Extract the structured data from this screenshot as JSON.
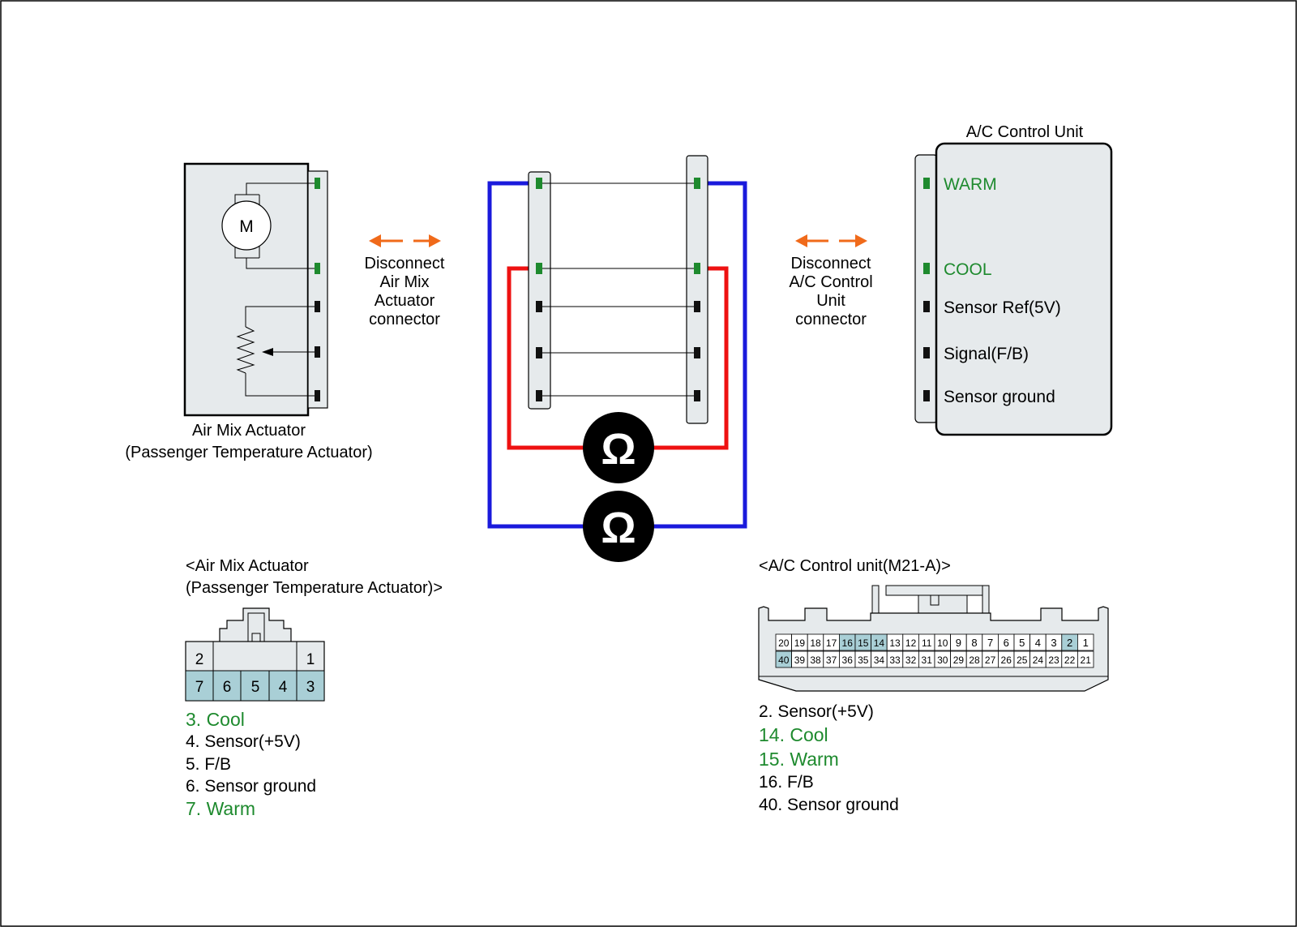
{
  "colors": {
    "green": "#1e8a2e",
    "black": "#111111",
    "wire_blue": "#1a1adc",
    "wire_red": "#ee1111",
    "panel_fill": "#e6eaec",
    "pin_highlight": "#a9cfd6",
    "arrow_orange": "#f06a1a"
  },
  "actuator": {
    "motor_symbol": "M",
    "caption_line1": "Air Mix Actuator",
    "caption_line2": "(Passenger Temperature Actuator)"
  },
  "disconnect_left": {
    "line1": "Disconnect",
    "line2": "Air Mix",
    "line3": "Actuator",
    "line4": "connector"
  },
  "disconnect_right": {
    "line1": "Disconnect",
    "line2": "A/C Control",
    "line3": "Unit",
    "line4": "connector"
  },
  "meters": {
    "symbol_top": "Ω",
    "symbol_bottom": "Ω"
  },
  "ac_unit": {
    "title": "A/C Control Unit",
    "terminals": [
      {
        "label": "WARM",
        "color": "green"
      },
      {
        "label": "COOL",
        "color": "green"
      },
      {
        "label": "Sensor Ref(5V)",
        "color": "black"
      },
      {
        "label": "Signal(F/B)",
        "color": "black"
      },
      {
        "label": "Sensor ground",
        "color": "black"
      }
    ]
  },
  "actuator_connector": {
    "title_line1": "<Air Mix Actuator",
    "title_line2": "(Passenger Temperature Actuator)>",
    "top_row": [
      "2",
      "1"
    ],
    "bottom_row": [
      {
        "n": "7",
        "highlight": true
      },
      {
        "n": "6",
        "highlight": false
      },
      {
        "n": "5",
        "highlight": false
      },
      {
        "n": "4",
        "highlight": false
      },
      {
        "n": "3",
        "highlight": false
      }
    ],
    "legend": [
      {
        "text": "3. Cool",
        "color": "green"
      },
      {
        "text": "4. Sensor(+5V)",
        "color": "black"
      },
      {
        "text": "5. F/B",
        "color": "black"
      },
      {
        "text": "6. Sensor ground",
        "color": "black"
      },
      {
        "text": "7. Warm",
        "color": "green"
      }
    ]
  },
  "ac_connector": {
    "title": "<A/C Control unit(M21-A)>",
    "top_row": [
      {
        "n": "20",
        "hl": false
      },
      {
        "n": "19",
        "hl": false
      },
      {
        "n": "18",
        "hl": false
      },
      {
        "n": "17",
        "hl": false
      },
      {
        "n": "16",
        "hl": true
      },
      {
        "n": "15",
        "hl": true
      },
      {
        "n": "14",
        "hl": true
      },
      {
        "n": "13",
        "hl": false
      },
      {
        "n": "12",
        "hl": false
      },
      {
        "n": "11",
        "hl": false
      },
      {
        "n": "10",
        "hl": false
      },
      {
        "n": "9",
        "hl": false
      },
      {
        "n": "8",
        "hl": false
      },
      {
        "n": "7",
        "hl": false
      },
      {
        "n": "6",
        "hl": false
      },
      {
        "n": "5",
        "hl": false
      },
      {
        "n": "4",
        "hl": false
      },
      {
        "n": "3",
        "hl": false
      },
      {
        "n": "2",
        "hl": true
      },
      {
        "n": "1",
        "hl": false
      }
    ],
    "bottom_row": [
      {
        "n": "40",
        "hl": true
      },
      {
        "n": "39",
        "hl": false
      },
      {
        "n": "38",
        "hl": false
      },
      {
        "n": "37",
        "hl": false
      },
      {
        "n": "36",
        "hl": false
      },
      {
        "n": "35",
        "hl": false
      },
      {
        "n": "34",
        "hl": false
      },
      {
        "n": "33",
        "hl": false
      },
      {
        "n": "32",
        "hl": false
      },
      {
        "n": "31",
        "hl": false
      },
      {
        "n": "30",
        "hl": false
      },
      {
        "n": "29",
        "hl": false
      },
      {
        "n": "28",
        "hl": false
      },
      {
        "n": "27",
        "hl": false
      },
      {
        "n": "26",
        "hl": false
      },
      {
        "n": "25",
        "hl": false
      },
      {
        "n": "24",
        "hl": false
      },
      {
        "n": "23",
        "hl": false
      },
      {
        "n": "22",
        "hl": false
      },
      {
        "n": "21",
        "hl": false
      }
    ],
    "legend": [
      {
        "text": "2. Sensor(+5V)",
        "color": "black"
      },
      {
        "text": "14. Cool",
        "color": "green"
      },
      {
        "text": "15. Warm",
        "color": "green"
      },
      {
        "text": "16. F/B",
        "color": "black"
      },
      {
        "text": "40. Sensor ground",
        "color": "black"
      }
    ]
  }
}
